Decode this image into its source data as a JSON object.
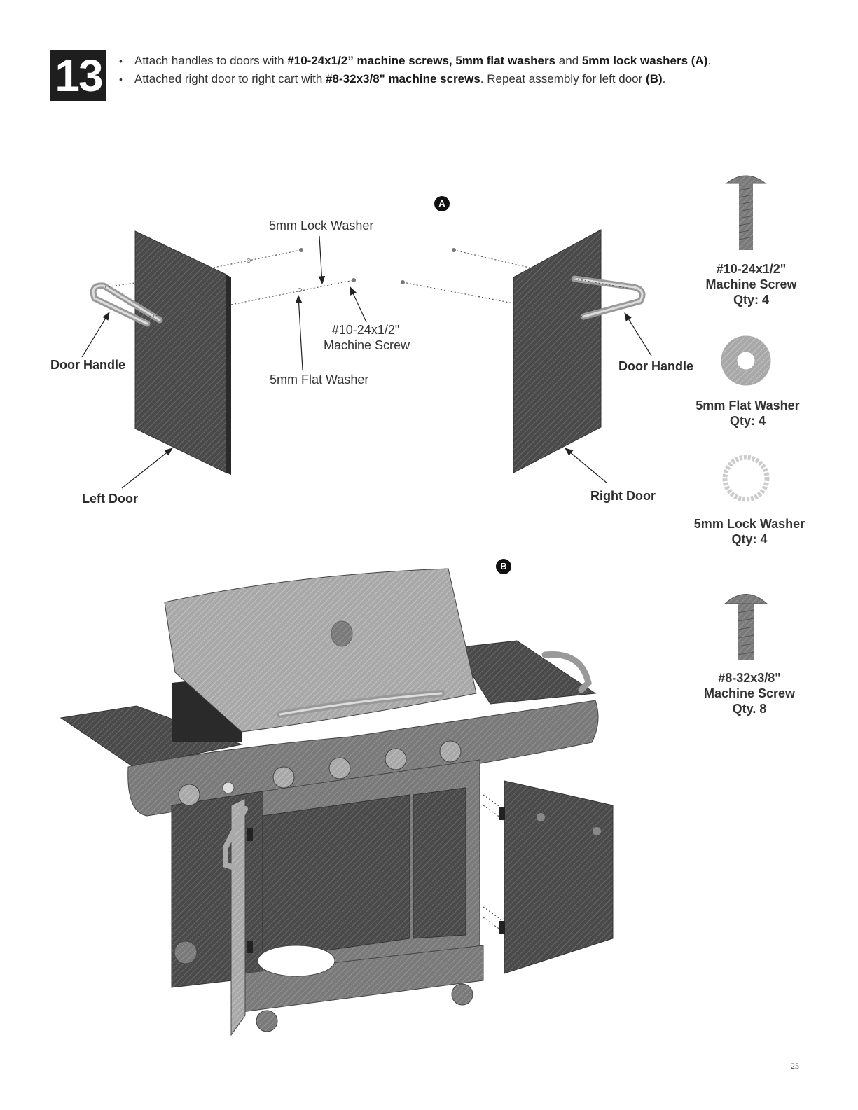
{
  "step": {
    "number": "13"
  },
  "instructions": {
    "line1": {
      "bullet": "•",
      "t1": "Attach handles to doors with ",
      "b1": "#10-24x1/2” machine screws, 5mm flat washers",
      "t2": " and ",
      "b2": "5mm lock washers",
      "t3": " ",
      "b3": "(A)",
      "t4": "."
    },
    "line2": {
      "bullet": "•",
      "t1": "Attached right door to right cart with ",
      "b1": "#8-32x3/8\" machine screws",
      "t2": ". Repeat assembly for left door ",
      "b2": "(B)",
      "t3": "."
    }
  },
  "diagram_a": {
    "marker": "A",
    "labels": {
      "lock_washer": "5mm Lock Washer",
      "machine_screw_l1": "#10-24x1/2\"",
      "machine_screw_l2": "Machine Screw",
      "flat_washer": "5mm Flat Washer",
      "door_handle_left": "Door Handle",
      "door_handle_right": "Door Handle",
      "left_door": "Left Door",
      "right_door": "Right Door"
    }
  },
  "diagram_b": {
    "marker": "B"
  },
  "hardware": [
    {
      "name": "#10-24x1/2\"",
      "type": "Machine Screw",
      "qty": "Qty: 4",
      "icon": "pan-head-screw-icon"
    },
    {
      "name": "5mm Flat Washer",
      "qty": "Qty: 4",
      "icon": "flat-washer-icon"
    },
    {
      "name": "5mm Lock Washer",
      "qty": "Qty: 4",
      "icon": "lock-washer-icon"
    },
    {
      "name": "#8-32x3/8\"",
      "type": "Machine Screw",
      "qty": "Qty. 8",
      "icon": "pan-head-screw-icon"
    }
  ],
  "page_number": "25"
}
